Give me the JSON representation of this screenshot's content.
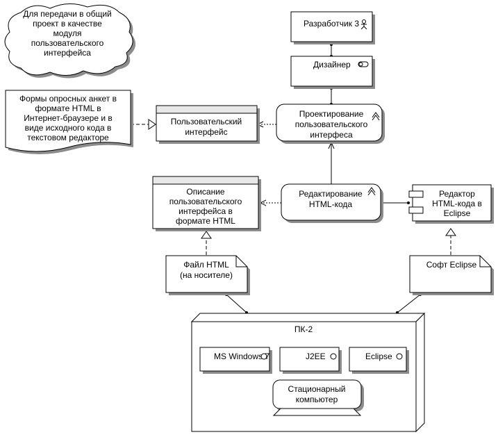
{
  "cloud": {
    "lines": [
      "Для передачи в общий",
      "проект в качестве",
      "модуля",
      "пользовательского",
      "интерфейса"
    ]
  },
  "note_forms": {
    "lines": [
      "Формы опросных анкет в",
      "формате HTML в",
      "Интернет-браузере и в",
      "виде исходного кода в",
      "текстовом редакторе"
    ]
  },
  "ui": {
    "lines": [
      "Пользовательский",
      "интерфейс"
    ]
  },
  "actor": {
    "label": "Разработчик 3"
  },
  "designer": {
    "label": "Дизайнер"
  },
  "design_process": {
    "lines": [
      "Проектирование",
      "пользовательского",
      "интерфеса"
    ]
  },
  "edit_process": {
    "lines": [
      "Редактирование",
      "HTML-кода"
    ]
  },
  "ui_desc": {
    "lines": [
      "Описание",
      "пользовательского",
      "интерфейса в",
      "формате HTML"
    ]
  },
  "editor": {
    "lines": [
      "Редактор",
      "HTML-кода в",
      "Eclipse"
    ]
  },
  "html_file": {
    "lines": [
      "Файл HTML",
      "(на носителе)"
    ]
  },
  "eclipse_soft": {
    "label": "Софт Eclipse"
  },
  "node": {
    "title": "ПК-2"
  },
  "sys": [
    {
      "label": "MS Windows 7"
    },
    {
      "label": "J2EE"
    },
    {
      "label": "Eclipse"
    }
  ],
  "device": {
    "lines": [
      "Стационарный",
      "компьютер"
    ]
  }
}
